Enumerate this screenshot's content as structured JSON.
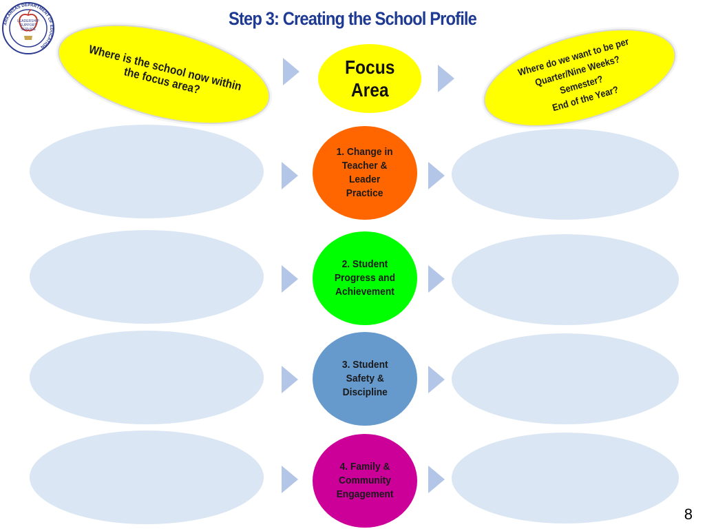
{
  "title": "Step 3: Creating the School Profile",
  "seal": {
    "ring_text": "ARKANSAS DEPARTMENT OF EDUCATION",
    "center_lines": [
      "LEADERSHIP",
      "SUPPORT",
      "SERVICE"
    ],
    "colors": {
      "ring": "#2b3a8f",
      "apple": "#c0392b"
    }
  },
  "left_question": [
    "Where is the school now within",
    "the focus area?"
  ],
  "right_question": [
    "Where do we want to be per",
    "Quarter/Nine Weeks?",
    "Semester?",
    "End of the Year?"
  ],
  "focus_area": [
    "Focus",
    "Area"
  ],
  "rows": [
    {
      "lines": [
        "1. Change in",
        "Teacher &",
        "Leader",
        "Practice"
      ],
      "color": "#ff6600",
      "text_color": "#1a1a1a"
    },
    {
      "lines": [
        "2. Student",
        "Progress and",
        "Achievement"
      ],
      "color": "#00ff00",
      "text_color": "#1a1a1a"
    },
    {
      "lines": [
        "3. Student",
        "Safety &",
        "Discipline"
      ],
      "color": "#6699cc",
      "text_color": "#1a1a1a"
    },
    {
      "lines": [
        "4. Family &",
        "Community",
        "Engagement"
      ],
      "color": "#cc0099",
      "text_color": "#1a1a1a"
    }
  ],
  "colors": {
    "yellow": "#ffff00",
    "oval_blue": "#dae6f3",
    "arrow": "#b3c6e7",
    "title": "#1f3a93"
  },
  "icons": {
    "arrow": "right-chevron-arrow-icon"
  },
  "page_number": "8"
}
